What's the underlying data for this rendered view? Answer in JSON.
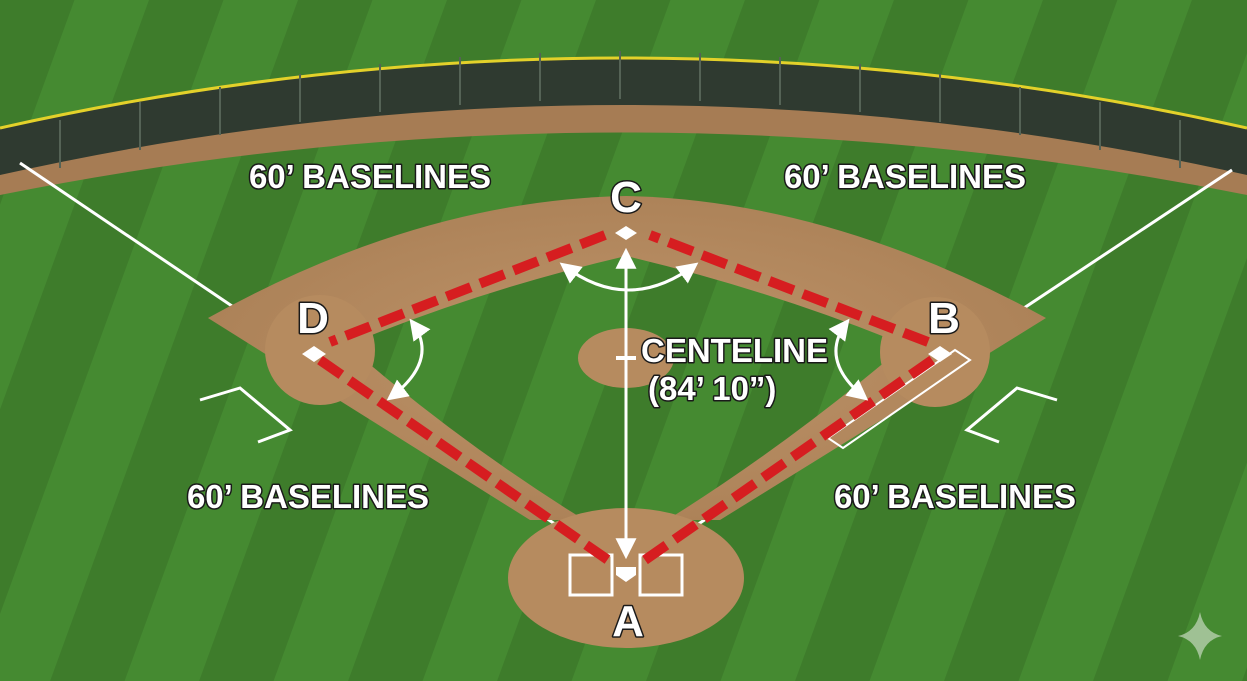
{
  "labels": {
    "top_left_baseline": "60’ BASELINES",
    "top_right_baseline": "60’ BASELINES",
    "bottom_left_baseline": "60’ BASELINES",
    "bottom_right_baseline": "60’ BASELINES",
    "centerline_title": "CENTELINE",
    "centerline_distance": "(84’ 10”)"
  },
  "bases": {
    "home": "A",
    "first": "B",
    "second": "C",
    "third": "D"
  },
  "colors": {
    "grass": "#3f7f2c",
    "dirt": "#b58a5e",
    "baseline_dash": "#d61d20",
    "chalk": "#ffffff",
    "fence": "#2f3a30",
    "fence_rail": "#e3d12a"
  },
  "watermark_icon": "sparkle-icon"
}
